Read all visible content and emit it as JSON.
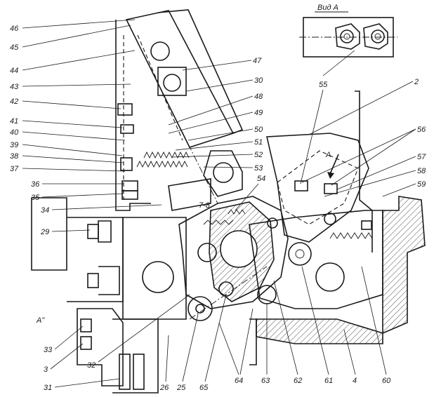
{
  "view_title": "Вид А",
  "view_arrow_label": "A",
  "view_marker": "A\"",
  "spring_tag": "7-8",
  "labels_left": [
    "46",
    "45",
    "44",
    "43",
    "42",
    "41",
    "40",
    "39",
    "38",
    "37",
    "36",
    "35",
    "34",
    "29",
    "33",
    "3",
    "31",
    "32"
  ],
  "labels_right": [
    "47",
    "30",
    "48",
    "49",
    "50",
    "51",
    "52",
    "53",
    "54",
    "55",
    "2",
    "56",
    "57",
    "58",
    "59"
  ],
  "labels_bottom": [
    "26",
    "25",
    "65",
    "64",
    "63",
    "62",
    "61",
    "4",
    "60"
  ]
}
